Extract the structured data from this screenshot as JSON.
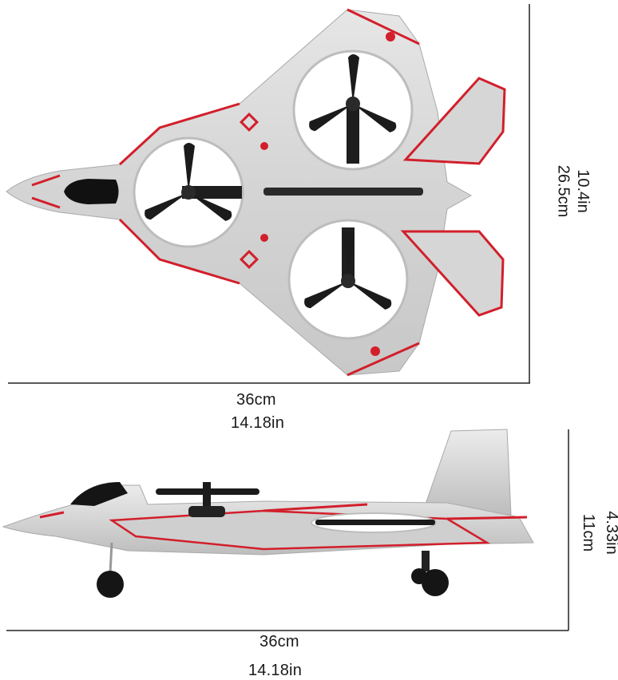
{
  "top_view": {
    "length_cm": "36cm",
    "length_in": "14.18in",
    "wingspan_cm": "26.5cm",
    "wingspan_in": "10.4in"
  },
  "side_view": {
    "length_cm": "36cm",
    "length_in": "14.18in",
    "height_cm": "11cm",
    "height_in": "4.33in"
  },
  "colors": {
    "foam_body": "#d9d9d9",
    "accent_red": "#d21f2b",
    "propeller": "#1b1b1b",
    "dimension_line": "#222222"
  },
  "icons": {
    "propeller": "three-blade-propeller-icon"
  }
}
